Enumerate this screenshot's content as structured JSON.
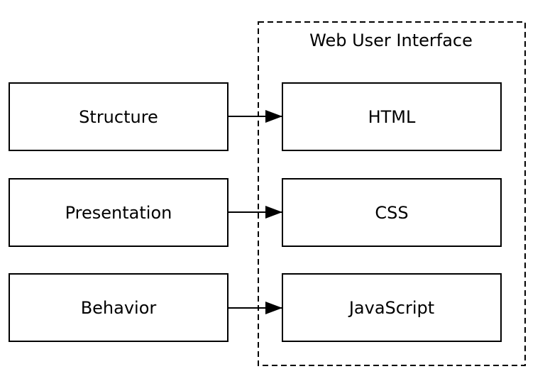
{
  "group": {
    "title": "Web User Interface"
  },
  "concepts": [
    {
      "label": "Structure"
    },
    {
      "label": "Presentation"
    },
    {
      "label": "Behavior"
    }
  ],
  "technologies": [
    {
      "label": "HTML"
    },
    {
      "label": "CSS"
    },
    {
      "label": "JavaScript"
    }
  ],
  "colors": {
    "stroke": "#000000",
    "background": "#ffffff"
  }
}
